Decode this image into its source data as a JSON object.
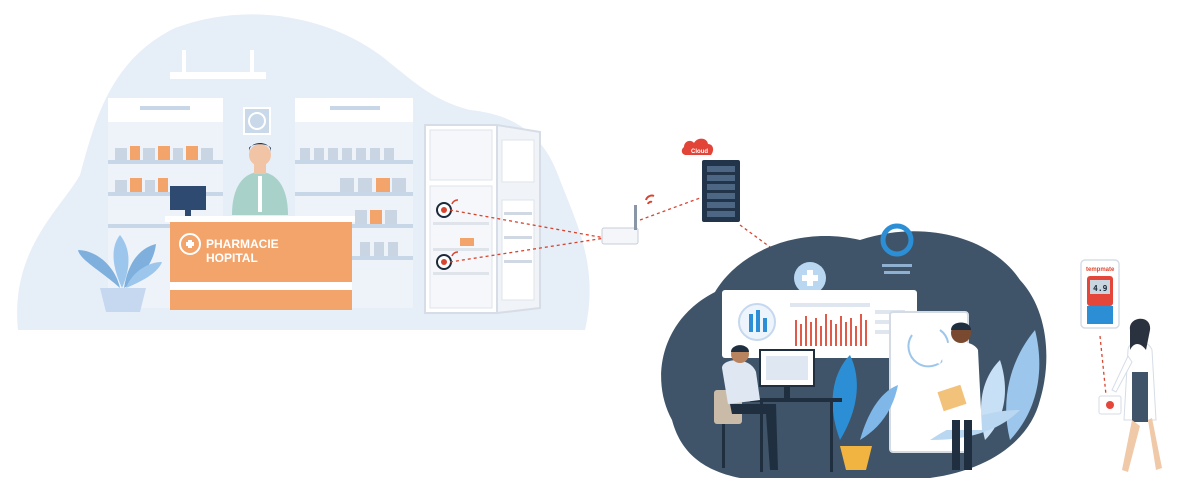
{
  "pharmacy": {
    "sign_line1": "PHARMACIE",
    "sign_line2": "HOPITAL"
  },
  "cloud": {
    "label": "Cloud"
  },
  "logger": {
    "brand": "tempmate",
    "reading": "4.9"
  },
  "colors": {
    "counter_orange": "#f3a46b",
    "scene_blue": "#e5eef8",
    "dashboard_navy": "#3f5469",
    "connection_red": "#d8452f",
    "accent_light_blue": "#9cc6ec"
  }
}
